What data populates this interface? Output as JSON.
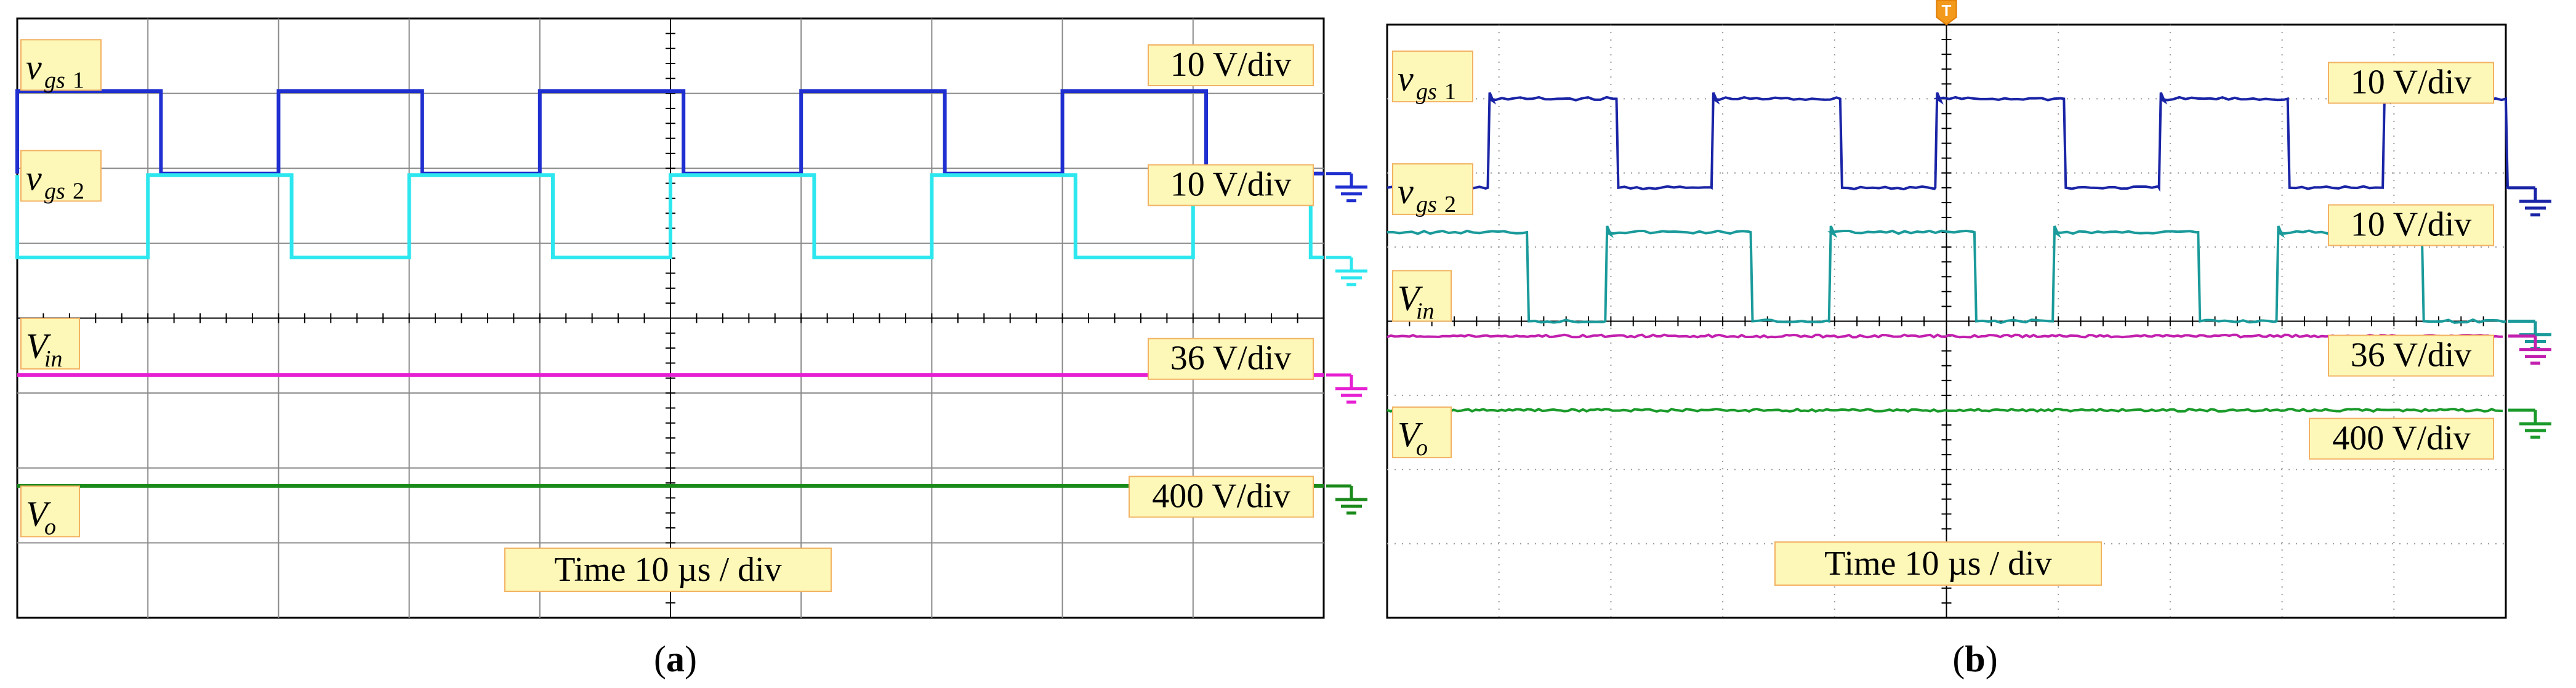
{
  "chart_data": [
    {
      "type": "line",
      "panel_label": "a",
      "time_scale": "Time 10 µs / div",
      "x_divisions": 10,
      "series": [
        {
          "name": "v_gs1",
          "label_main": "v",
          "label_sub": "gs1",
          "scale": "10 V/div",
          "color": "#1f2fd0",
          "kind": "square",
          "high_div": 0.55,
          "low_div": -0.55,
          "rise": [
            0,
            2.0,
            4.0,
            6.0,
            8.0
          ],
          "fall": [
            1.1,
            3.1,
            5.1,
            7.1,
            9.1
          ],
          "noisy": false
        },
        {
          "name": "v_gs2",
          "label_main": "v",
          "label_sub": "gs2",
          "scale": "10 V/div",
          "color": "#2de7ef",
          "kind": "square",
          "high_div": 0.55,
          "low_div": -0.55,
          "rise": [
            -0.1,
            1.0,
            3.0,
            5.0,
            7.0,
            9.0
          ],
          "fall": [
            0.0,
            2.1,
            4.1,
            6.1,
            8.1,
            9.9
          ],
          "noisy": false
        },
        {
          "name": "V_in",
          "label_main": "V",
          "label_sub": "in",
          "scale": "36 V/div",
          "color": "#e61fd2",
          "kind": "dc",
          "noisy": false
        },
        {
          "name": "V_o",
          "label_main": "V",
          "label_sub": "o",
          "scale": "400 V/div",
          "color": "#1a8a1a",
          "kind": "dc",
          "noisy": false
        }
      ]
    },
    {
      "type": "line",
      "panel_label": "b",
      "time_scale": "Time 10 µs / div",
      "x_divisions": 10,
      "trigger_marker": "T",
      "series": [
        {
          "name": "v_gs1",
          "label_main": "v",
          "label_sub": "gs1",
          "scale": "10 V/div",
          "color": "#1a24a6",
          "kind": "square",
          "high_div": 0.6,
          "low_div": -0.6,
          "rise": [
            0.9,
            2.9,
            4.9,
            6.9,
            8.9
          ],
          "fall": [
            2.05,
            4.05,
            6.05,
            8.05,
            10.05
          ],
          "noisy": true
        },
        {
          "name": "v_gs2",
          "label_main": "v",
          "label_sub": "gs2",
          "scale": "10 V/div",
          "color": "#1a9a9a",
          "kind": "square",
          "high_div": 0.6,
          "low_div": -0.6,
          "rise": [
            1.95,
            3.95,
            5.95,
            7.95
          ],
          "fall": [
            1.25,
            3.25,
            5.25,
            7.25,
            9.25
          ],
          "start_high": true,
          "noisy": true
        },
        {
          "name": "V_in",
          "label_main": "V",
          "label_sub": "in",
          "scale": "36 V/div",
          "color": "#c21fae",
          "kind": "dc",
          "noisy": true
        },
        {
          "name": "V_o",
          "label_main": "V",
          "label_sub": "o",
          "scale": "400 V/div",
          "color": "#1a9a2a",
          "kind": "dc",
          "noisy": true
        }
      ]
    }
  ]
}
